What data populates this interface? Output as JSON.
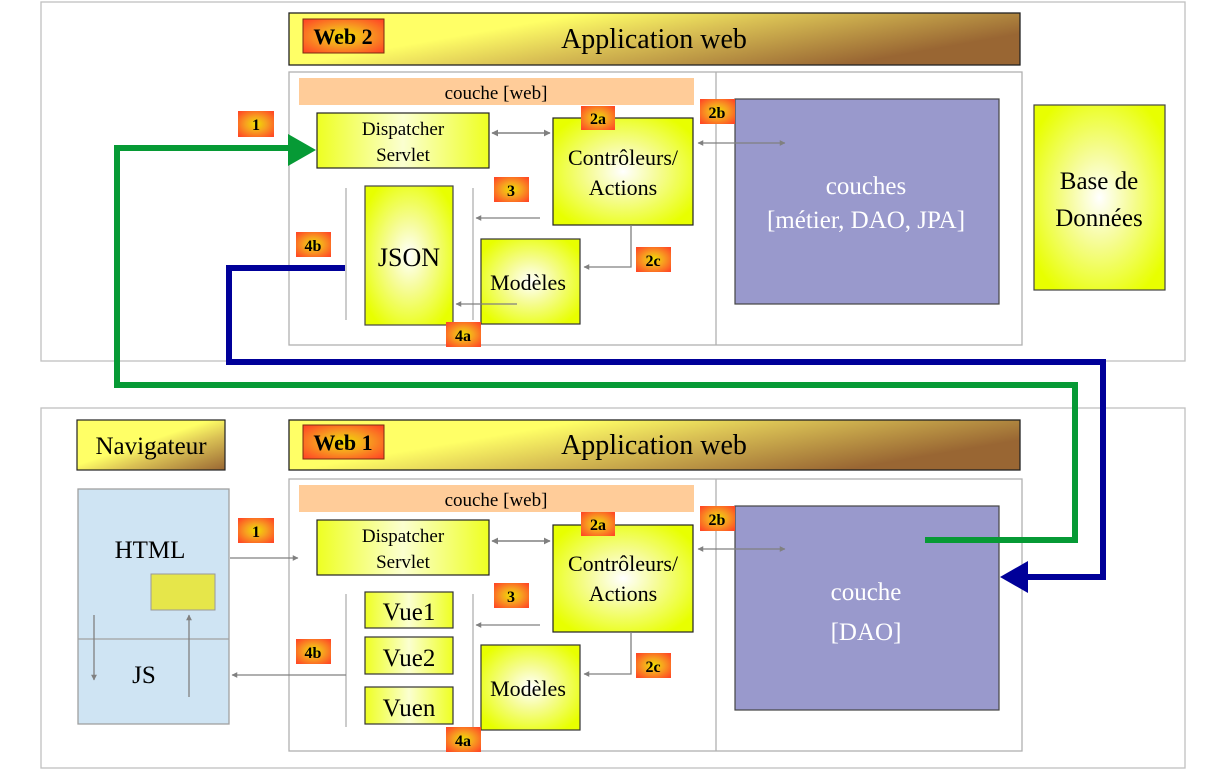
{
  "diagram": {
    "top_panel": {
      "app_badge": "Web 2",
      "app_title": "Application web",
      "web_layer_label": "couche [web]",
      "dispatcher_line1": "Dispatcher",
      "dispatcher_line2": "Servlet",
      "controllers_line1": "Contrôleurs/",
      "controllers_line2": "Actions",
      "view_label": "JSON",
      "models_label": "Modèles",
      "backend_line1": "couches",
      "backend_line2": "[métier, DAO, JPA]",
      "database_line1": "Base de",
      "database_line2": "Données",
      "steps": {
        "s1": "1",
        "s2a": "2a",
        "s2b": "2b",
        "s2c": "2c",
        "s3": "3",
        "s4a": "4a",
        "s4b": "4b"
      }
    },
    "bottom_panel": {
      "browser_label": "Navigateur",
      "browser_html": "HTML",
      "browser_js": "JS",
      "app_badge": "Web 1",
      "app_title": "Application web",
      "web_layer_label": "couche [web]",
      "dispatcher_line1": "Dispatcher",
      "dispatcher_line2": "Servlet",
      "controllers_line1": "Contrôleurs/",
      "controllers_line2": "Actions",
      "views": [
        "Vue1",
        "Vue2",
        "Vuen"
      ],
      "models_label": "Modèles",
      "backend_line1": "couche",
      "backend_line2": "[DAO]",
      "steps": {
        "s1": "1",
        "s2a": "2a",
        "s2b": "2b",
        "s2c": "2c",
        "s3": "3",
        "s4a": "4a",
        "s4b": "4b"
      }
    },
    "colors": {
      "request_flow": "#069a35",
      "response_flow": "#000099",
      "layer_box": "#9999cc",
      "web_layer_band": "#ffcc99",
      "browser_box": "#cfe4f3",
      "arrow_gray": "#808080"
    }
  }
}
